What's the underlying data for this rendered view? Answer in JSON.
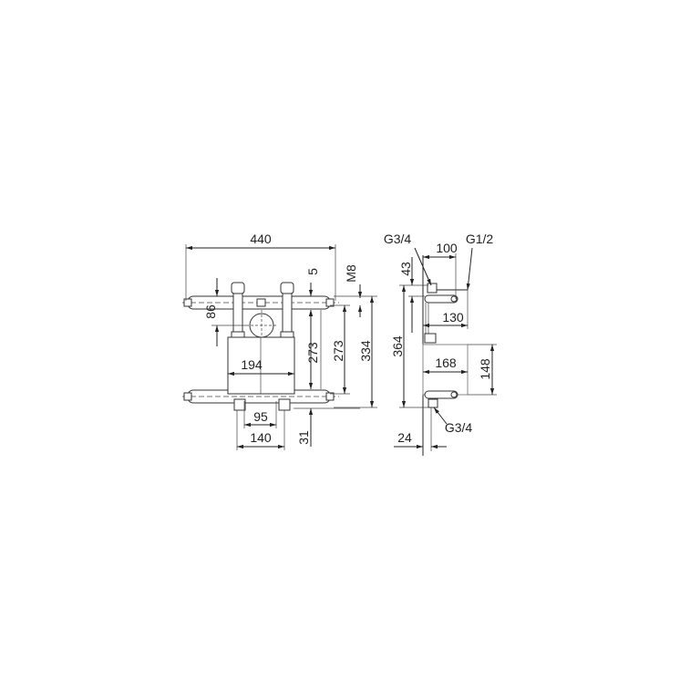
{
  "front_view": {
    "dims": {
      "width_total": "440",
      "offset_top": "5",
      "thread": "M8",
      "height_86": "86",
      "height_273_a": "273",
      "height_273_b": "273",
      "height_334": "334",
      "box_width": "194",
      "outlet_spacing_inner": "95",
      "outlet_spacing_outer": "140",
      "bottom_offset": "31"
    }
  },
  "side_view": {
    "dims": {
      "depth_100": "100",
      "depth_130": "130",
      "depth_168": "168",
      "height_43": "43",
      "height_364": "364",
      "box_height": "148",
      "offset_24": "24"
    },
    "threads": {
      "top_inlet": "G3/4",
      "top_outlet": "G1/2",
      "bottom_outlet": "G3/4"
    }
  }
}
